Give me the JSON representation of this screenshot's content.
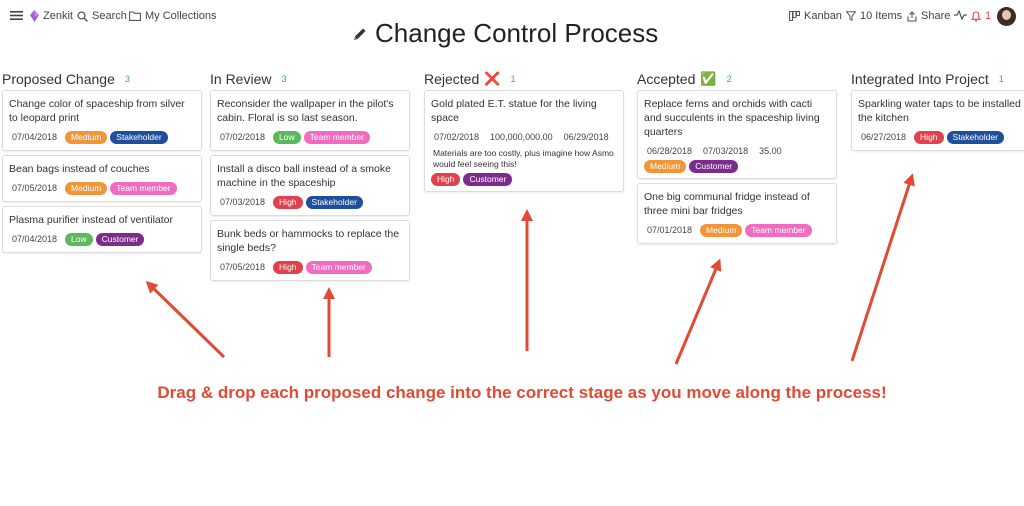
{
  "topbar": {
    "app_name": "Zenkit",
    "search_label": "Search",
    "collections_label": "My Collections",
    "view_label": "Kanban",
    "items_label": "10 Items",
    "share_label": "Share",
    "notification_count": "1"
  },
  "title": "Change Control Process",
  "colors": {
    "Medium": "#f0953a",
    "High": "#e0414a",
    "Low": "#5cb85c",
    "Stakeholder": "#1f4e9c",
    "Team member": "#f06cc0",
    "Customer": "#7b2c8c",
    "accent": "#e14a35",
    "count": "#4a90d9"
  },
  "columns": [
    {
      "title": "Proposed Change",
      "emoji": "",
      "count": "3",
      "cards": [
        {
          "title": "Change color of spaceship from silver to leopard print",
          "fields": [
            "07/04/2018"
          ],
          "tags": [
            "Medium",
            "Stakeholder"
          ],
          "note": ""
        },
        {
          "title": "Bean bags instead of couches",
          "fields": [
            "07/05/2018"
          ],
          "tags": [
            "Medium",
            "Team member"
          ],
          "note": ""
        },
        {
          "title": "Plasma purifier instead of ventilator",
          "fields": [
            "07/04/2018"
          ],
          "tags": [
            "Low",
            "Customer"
          ],
          "note": ""
        }
      ]
    },
    {
      "title": "In Review",
      "emoji": "",
      "count": "3",
      "cards": [
        {
          "title": "Reconsider the wallpaper in the pilot's cabin. Floral is so last season.",
          "fields": [
            "07/02/2018"
          ],
          "tags": [
            "Low",
            "Team member"
          ],
          "note": ""
        },
        {
          "title": "Install a disco ball instead of a smoke machine in the spaceship",
          "fields": [
            "07/03/2018"
          ],
          "tags": [
            "High",
            "Stakeholder"
          ],
          "note": ""
        },
        {
          "title": "Bunk beds or hammocks to replace the single beds?",
          "fields": [
            "07/05/2018"
          ],
          "tags": [
            "High",
            "Team member"
          ],
          "note": ""
        }
      ]
    },
    {
      "title": "Rejected",
      "emoji": "❌",
      "count": "1",
      "cards": [
        {
          "title": "Gold plated E.T. statue for the living space",
          "fields": [
            "07/02/2018",
            "100,000,000.00",
            "06/29/2018"
          ],
          "tags": [
            "High",
            "Customer"
          ],
          "note": "Materials are too costly, plus imagine how Asmo would feel seeing this!"
        }
      ]
    },
    {
      "title": "Accepted",
      "emoji": "✅",
      "count": "2",
      "cards": [
        {
          "title": "Replace ferns and orchids with cacti and succulents in the spaceship living quarters",
          "fields": [
            "06/28/2018",
            "07/03/2018",
            "35.00"
          ],
          "tags": [
            "Medium",
            "Customer"
          ],
          "note": ""
        },
        {
          "title": "One big communal fridge instead of three mini bar fridges",
          "fields": [
            "07/01/2018"
          ],
          "tags": [
            "Medium",
            "Team member"
          ],
          "note": ""
        }
      ]
    },
    {
      "title": "Integrated Into Project",
      "emoji": "",
      "count": "1",
      "cards": [
        {
          "title": "Sparkling water taps to be installed in the kitchen",
          "fields": [
            "06/27/2018"
          ],
          "tags": [
            "High",
            "Stakeholder"
          ],
          "note": ""
        }
      ]
    }
  ],
  "instruction": "Drag & drop each proposed change into the correct stage as you move along the process!"
}
